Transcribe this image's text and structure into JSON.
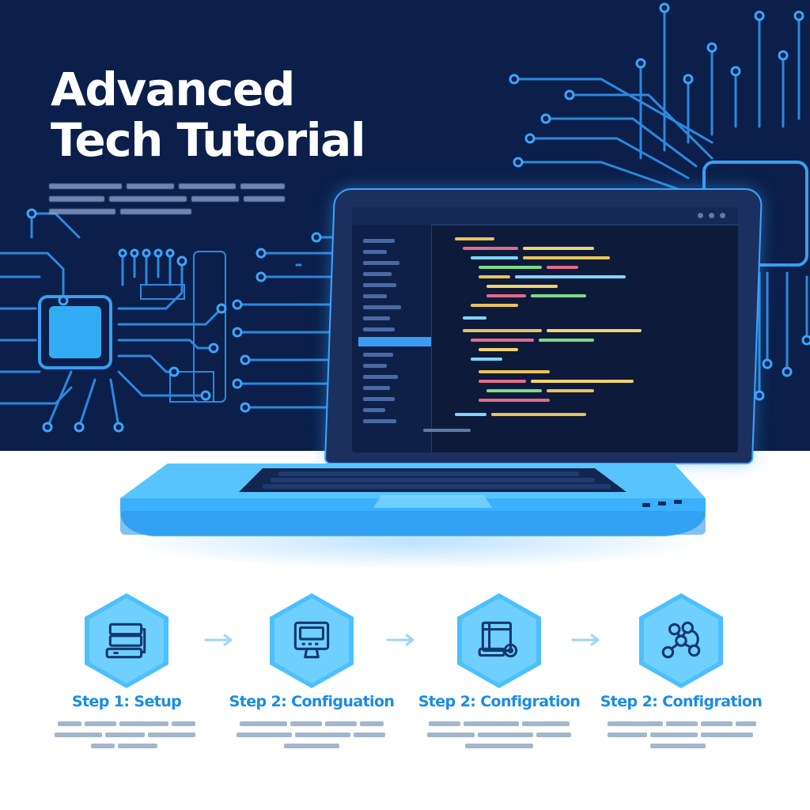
{
  "hero": {
    "title_line_1": "Advanced",
    "title_line_2": "Tech Tutorial"
  },
  "steps": [
    {
      "label": "Step 1: Setup",
      "icon": "server-icon"
    },
    {
      "label": "Step 2: Configuation",
      "icon": "monitor-icon"
    },
    {
      "label": "Step 2: Configration",
      "icon": "window-settings-icon"
    },
    {
      "label": "Step 2: Configration",
      "icon": "network-nodes-icon"
    }
  ],
  "icons": {
    "flow_arrow": "arrow-right-icon",
    "chip": "microchip-icon",
    "laptop": "laptop-icon"
  },
  "colors": {
    "background_dark": "#0b1f4a",
    "accent": "#3aa6ff",
    "step_text": "#1a8ce8",
    "hex_fill": "#6fd0ff"
  }
}
